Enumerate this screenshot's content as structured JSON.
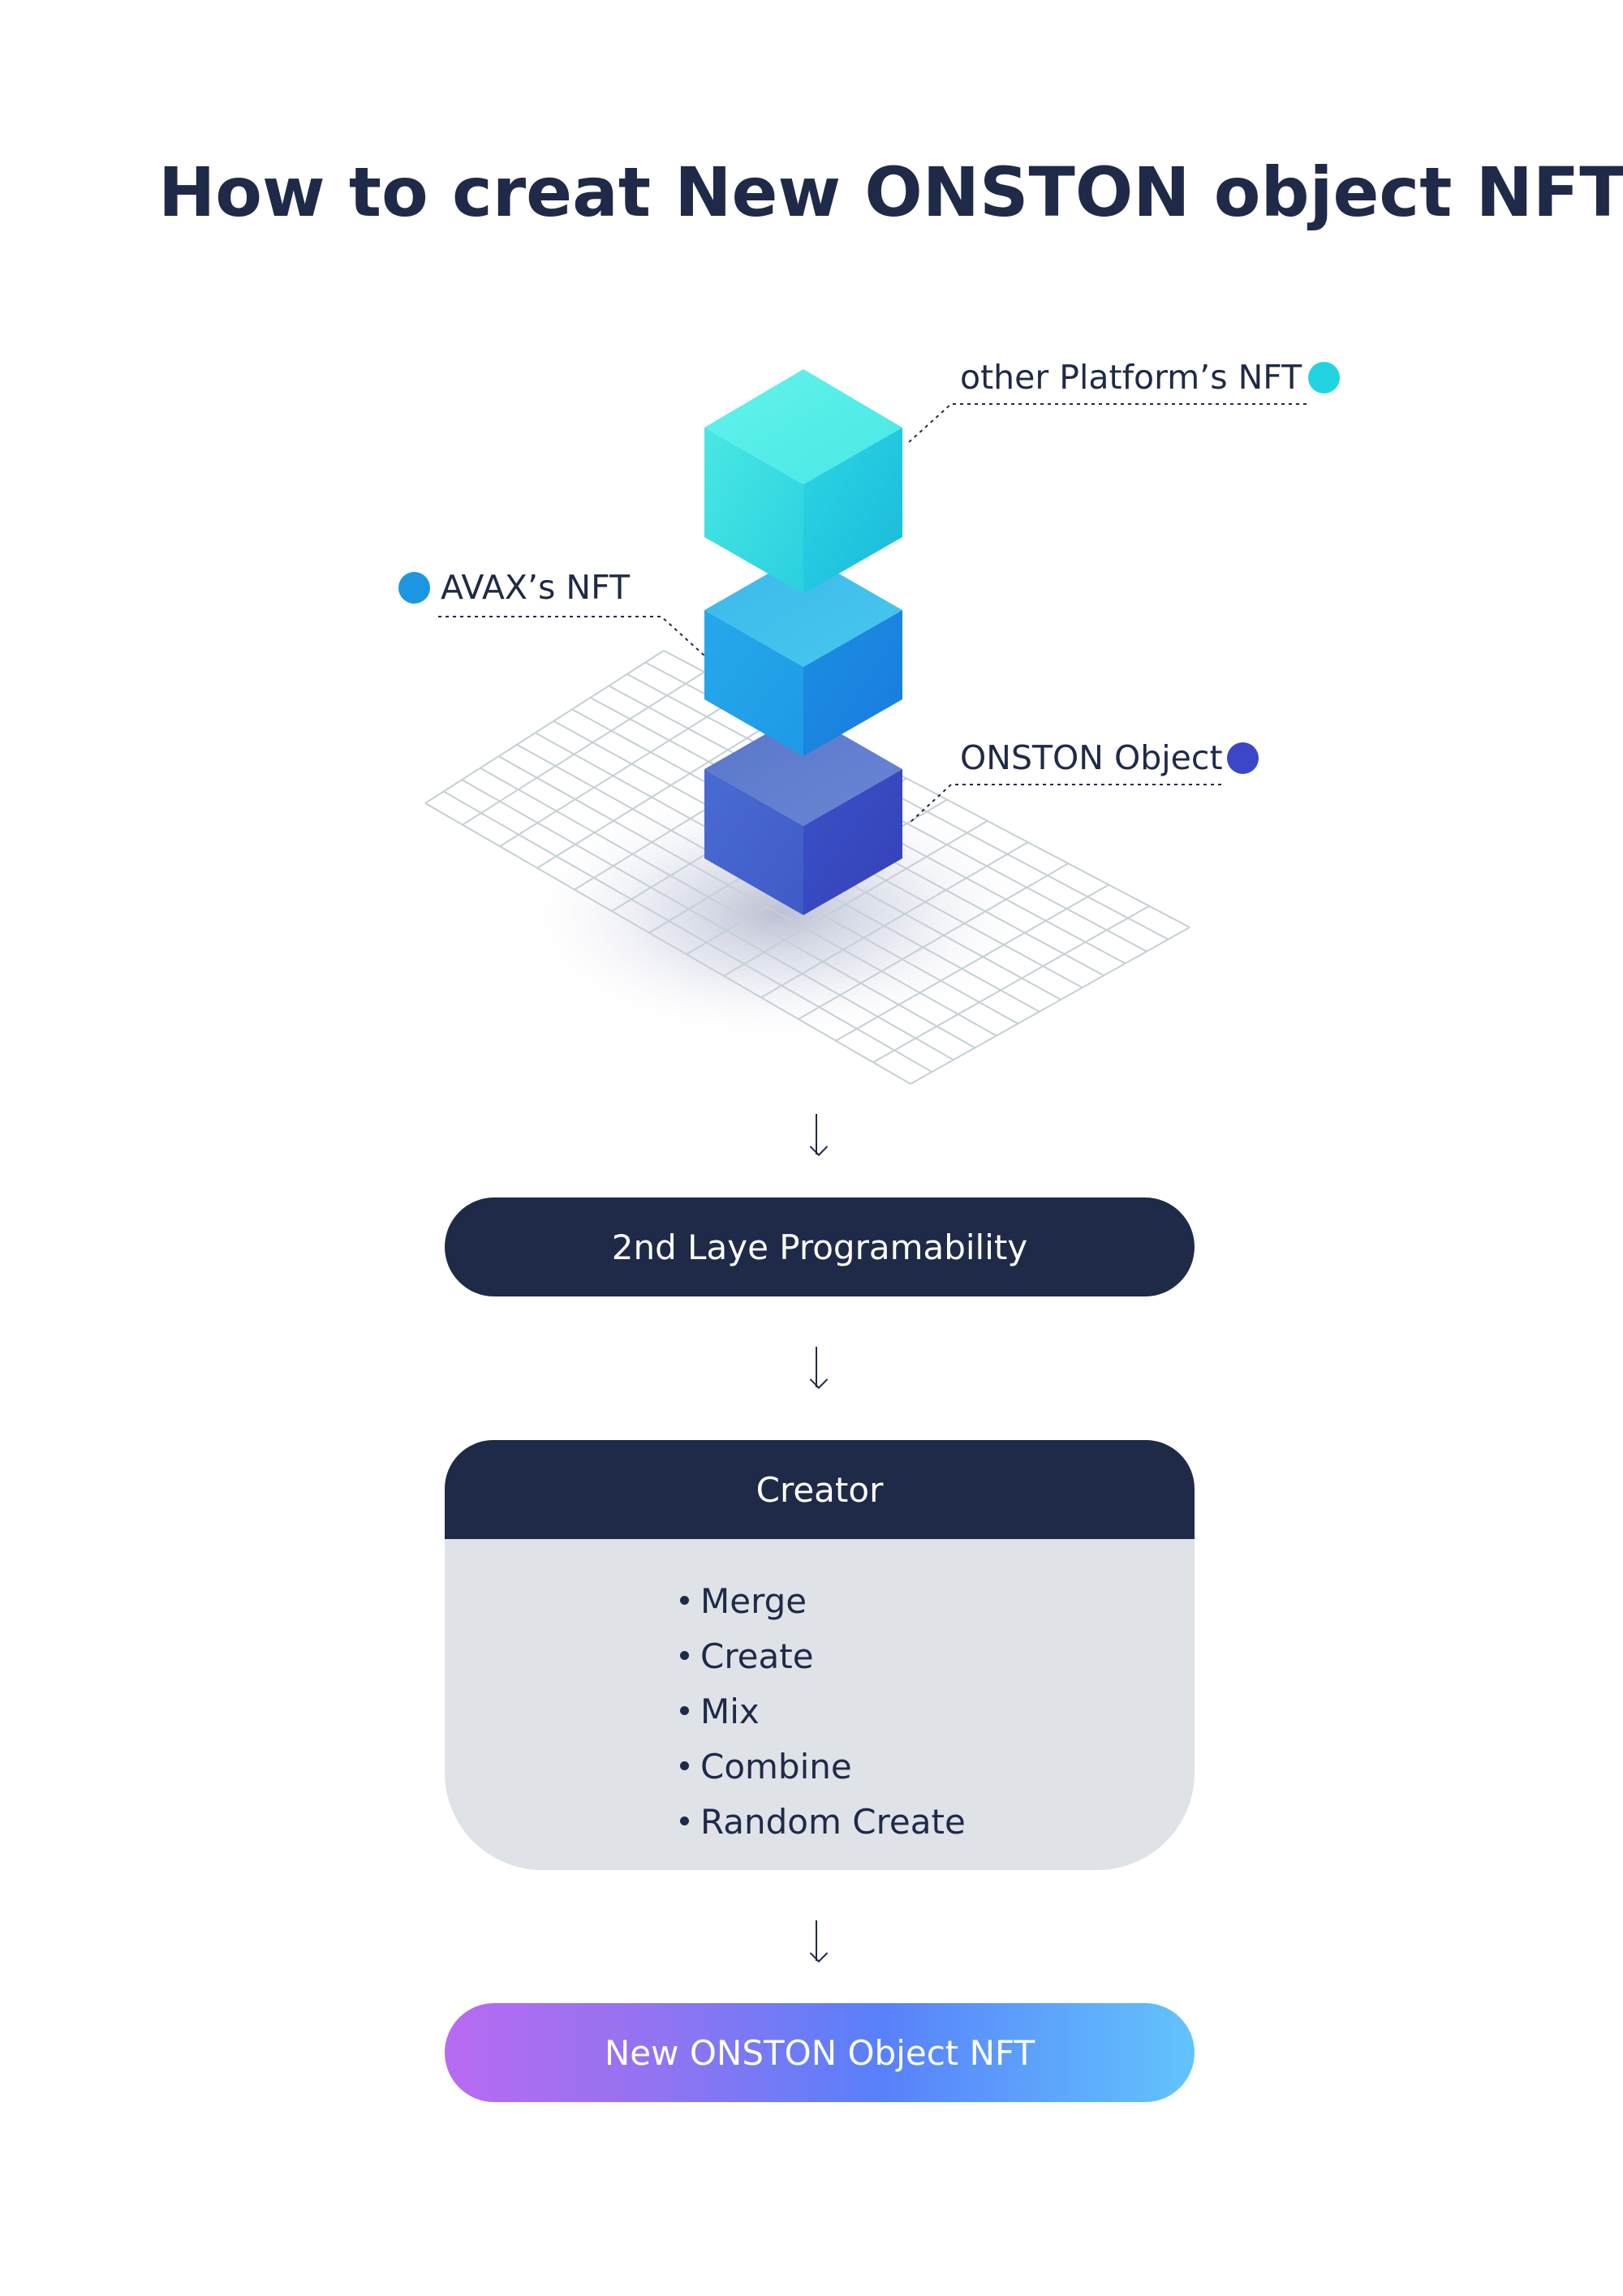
{
  "title": "How to creat New ONSTON object NFT",
  "illustration": {
    "labels": {
      "other_platform": "other Platform’s NFT",
      "avax": "AVAX’s NFT",
      "onston_object": "ONSTON Object"
    },
    "colors": {
      "other_platform_dot": "#22d4e2",
      "avax_dot": "#1c96e0",
      "onston_dot": "#3c46c8",
      "grid_line": "#c5d0d5"
    }
  },
  "steps": {
    "programability_label": "2nd Laye Programability",
    "creator": {
      "header": "Creator",
      "items": [
        "Merge",
        "Create",
        "Mix",
        "Combine",
        "Random Create"
      ]
    },
    "result_label": "New ONSTON Object NFT"
  },
  "colors": {
    "navy": "#1f2a48",
    "panel": "#dfe3e8",
    "gradient": [
      "#b86af2",
      "#5880fb",
      "#62c4fc"
    ]
  }
}
